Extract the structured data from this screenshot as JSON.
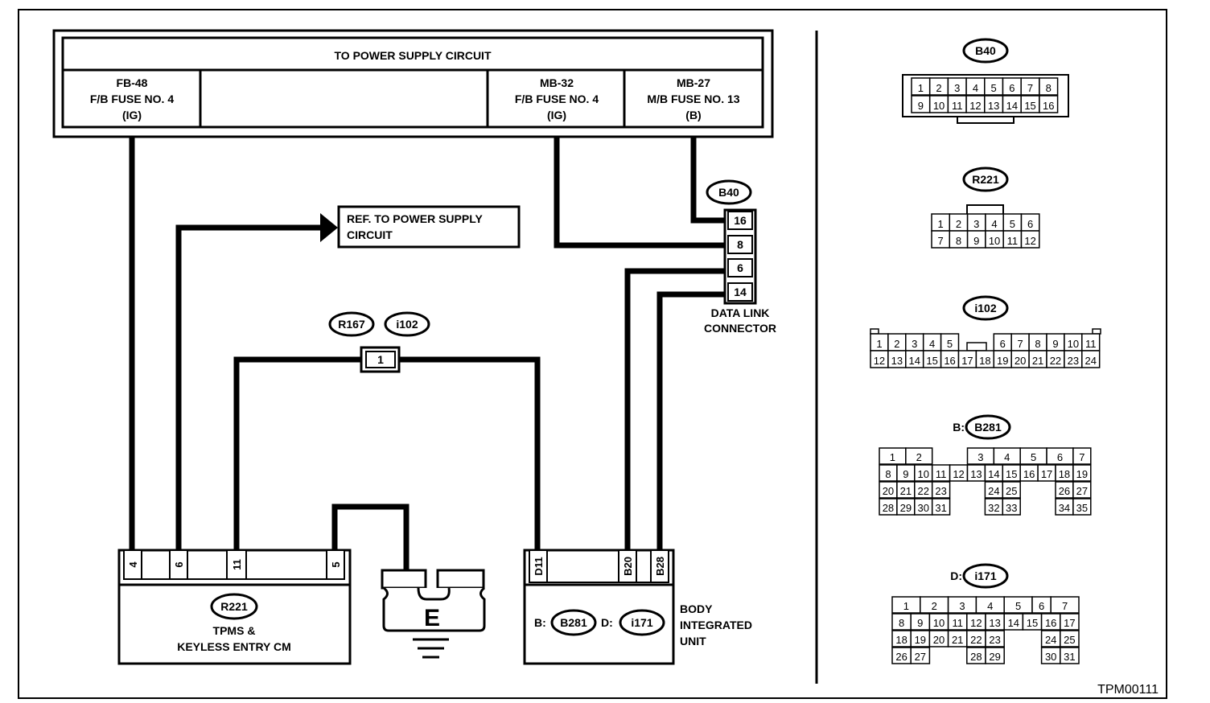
{
  "diagram": {
    "id_code": "TPM00111",
    "colors": {
      "line": "#000000",
      "background": "#ffffff"
    },
    "power_supply": {
      "title": "TO POWER SUPPLY CIRCUIT",
      "cells": [
        {
          "line1": "FB-48",
          "line2": "F/B FUSE NO. 4",
          "line3": "(IG)"
        },
        {
          "line1": "",
          "line2": "",
          "line3": ""
        },
        {
          "line1": "MB-32",
          "line2": "F/B FUSE NO. 4",
          "line3": "(IG)"
        },
        {
          "line1": "MB-27",
          "line2": "M/B FUSE NO. 13",
          "line3": "(B)"
        }
      ]
    },
    "ref_box": {
      "line1": "REF. TO POWER SUPPLY",
      "line2": "CIRCUIT"
    },
    "joint_connector": {
      "tags": [
        "R167",
        "i102"
      ],
      "pin": "1"
    },
    "data_link_connector": {
      "tag": "B40",
      "pins": [
        "16",
        "8",
        "6",
        "14"
      ],
      "label_line1": "DATA LINK",
      "label_line2": "CONNECTOR"
    },
    "tpms_unit": {
      "tag": "R221",
      "pins": [
        "4",
        "6",
        "11",
        "5"
      ],
      "label_line1": "TPMS &",
      "label_line2": "KEYLESS ENTRY CM"
    },
    "ground": {
      "label": "E"
    },
    "body_unit": {
      "pins": [
        "D11",
        "B20",
        "B28"
      ],
      "tag_b_prefix": "B:",
      "tag_b": "B281",
      "tag_d_prefix": "D:",
      "tag_d": "i171",
      "label_line1": "BODY",
      "label_line2": "INTEGRATED",
      "label_line3": "UNIT"
    },
    "connector_views": {
      "b40": {
        "tag": "B40",
        "row1": [
          "1",
          "2",
          "3",
          "4",
          "5",
          "6",
          "7",
          "8"
        ],
        "row2": [
          "9",
          "10",
          "11",
          "12",
          "13",
          "14",
          "15",
          "16"
        ]
      },
      "r221": {
        "tag": "R221",
        "row1": [
          "1",
          "2",
          "3",
          "4",
          "5",
          "6"
        ],
        "row2": [
          "7",
          "8",
          "9",
          "10",
          "11",
          "12"
        ]
      },
      "i102": {
        "tag": "i102",
        "row1_left": [
          "1",
          "2",
          "3",
          "4",
          "5"
        ],
        "row1_right": [
          "6",
          "7",
          "8",
          "9",
          "10",
          "11"
        ],
        "row2": [
          "12",
          "13",
          "14",
          "15",
          "16",
          "17",
          "18",
          "19",
          "20",
          "21",
          "22",
          "23",
          "24"
        ]
      },
      "b281": {
        "prefix": "B:",
        "tag": "B281",
        "row1": [
          "1",
          "2",
          "3",
          "4",
          "5",
          "6",
          "7"
        ],
        "row2": [
          "8",
          "9",
          "10",
          "11",
          "12",
          "13",
          "14",
          "15",
          "16",
          "17",
          "18",
          "19"
        ],
        "row3a": [
          "20",
          "21",
          "22",
          "23"
        ],
        "row3b": [
          "24",
          "25"
        ],
        "row3c": [
          "26",
          "27"
        ],
        "row4a": [
          "28",
          "29",
          "30",
          "31"
        ],
        "row4b": [
          "32",
          "33"
        ],
        "row4c": [
          "34",
          "35"
        ]
      },
      "i171": {
        "prefix": "D:",
        "tag": "i171",
        "row1": [
          "1",
          "2",
          "3",
          "4",
          "5",
          "6",
          "7"
        ],
        "row2": [
          "8",
          "9",
          "10",
          "11",
          "12",
          "13",
          "14",
          "15",
          "16",
          "17"
        ],
        "row3a": [
          "18",
          "19",
          "20",
          "21"
        ],
        "row3b": [
          "22",
          "23"
        ],
        "row3c": [
          "24",
          "25"
        ],
        "row4a": [
          "26",
          "27"
        ],
        "row4b": [
          "28",
          "29"
        ],
        "row4c": [
          "30",
          "31"
        ]
      }
    }
  }
}
